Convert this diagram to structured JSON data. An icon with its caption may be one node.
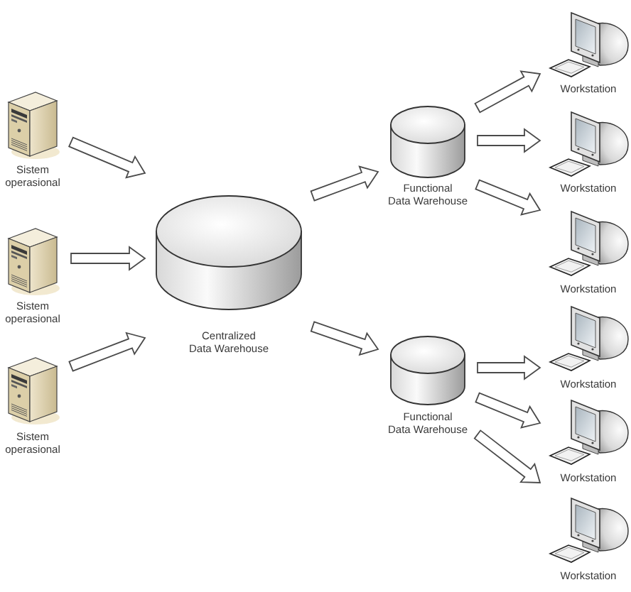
{
  "diagram": {
    "nodes": [
      {
        "text": [
          "Sistem operasional"
        ]
      },
      {
        "text": [
          "Sistem operasional"
        ]
      },
      {
        "text": [
          "Sistem operasional"
        ]
      },
      {
        "text": [
          "Centralized Data Warehouse"
        ]
      },
      {
        "text": [
          "Functional Data Warehouse"
        ]
      },
      {
        "text": [
          "Functional Data Warehouse"
        ]
      },
      {
        "text": [
          "Workstation"
        ]
      },
      {
        "text": [
          "Workstation"
        ]
      },
      {
        "text": [
          "Workstation"
        ]
      },
      {
        "text": [
          "Workstation"
        ]
      },
      {
        "text": [
          "Workstation"
        ]
      },
      {
        "text": [
          "Workstation"
        ]
      }
    ],
    "edges": [
      {
        "from": 0,
        "to": 3,
        "arrow": "to"
      },
      {
        "from": 1,
        "to": 3,
        "arrow": "to"
      },
      {
        "from": 2,
        "to": 3,
        "arrow": "to"
      },
      {
        "from": 3,
        "to": 4,
        "arrow": "to"
      },
      {
        "from": 3,
        "to": 5,
        "arrow": "to"
      },
      {
        "from": 4,
        "to": 6,
        "arrow": "to"
      },
      {
        "from": 4,
        "to": 7,
        "arrow": "to"
      },
      {
        "from": 4,
        "to": 8,
        "arrow": "to"
      },
      {
        "from": 5,
        "to": 9,
        "arrow": "to"
      },
      {
        "from": 5,
        "to": 10,
        "arrow": "to"
      },
      {
        "from": 5,
        "to": 11,
        "arrow": "to"
      }
    ]
  }
}
